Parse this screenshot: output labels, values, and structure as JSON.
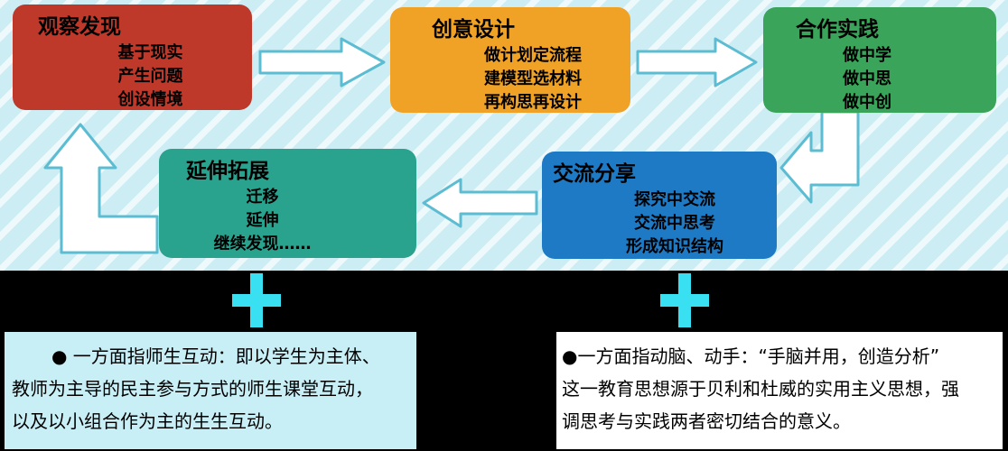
{
  "diagram": {
    "boxes": [
      {
        "id": "observe",
        "title": "观察发现",
        "items": [
          "基于现实",
          "产生问题",
          "创设情境"
        ],
        "color": "#bf392b"
      },
      {
        "id": "design",
        "title": "创意设计",
        "items": [
          "做计划定流程",
          "建模型选材料",
          "再构思再设计"
        ],
        "color": "#f0a226"
      },
      {
        "id": "practice",
        "title": "合作实践",
        "items": [
          "做中学",
          "做中思",
          "做中创"
        ],
        "color": "#3aa45a"
      },
      {
        "id": "share",
        "title": "交流分享",
        "items": [
          "探究中交流",
          "交流中思考",
          "形成知识结构"
        ],
        "color": "#1e7ac4"
      },
      {
        "id": "extend",
        "title": "延伸拓展",
        "items": [
          "迁移",
          "延伸",
          "继续发现……"
        ],
        "color": "#2aa38e"
      }
    ],
    "arrow_outline_color": "#5cbcd2",
    "background_color": "#cdedf4"
  },
  "bottom": {
    "plus_color": "#38e0f2",
    "left_box": {
      "background": "#c9eff6",
      "lines": [
        "● 一方面指师生互动：即以学生为主体、",
        "教师为主导的民主参与方式的师生课堂互动，",
        "以及以小组合作为主的生生互动。"
      ]
    },
    "right_box": {
      "background": "#ffffff",
      "lines": [
        "●一方面指动脑、动手：“手脑并用，创造分析”",
        "这一教育思想源于贝利和杜威的实用主义思想，强",
        "调思考与实践两者密切结合的意义。"
      ]
    }
  }
}
